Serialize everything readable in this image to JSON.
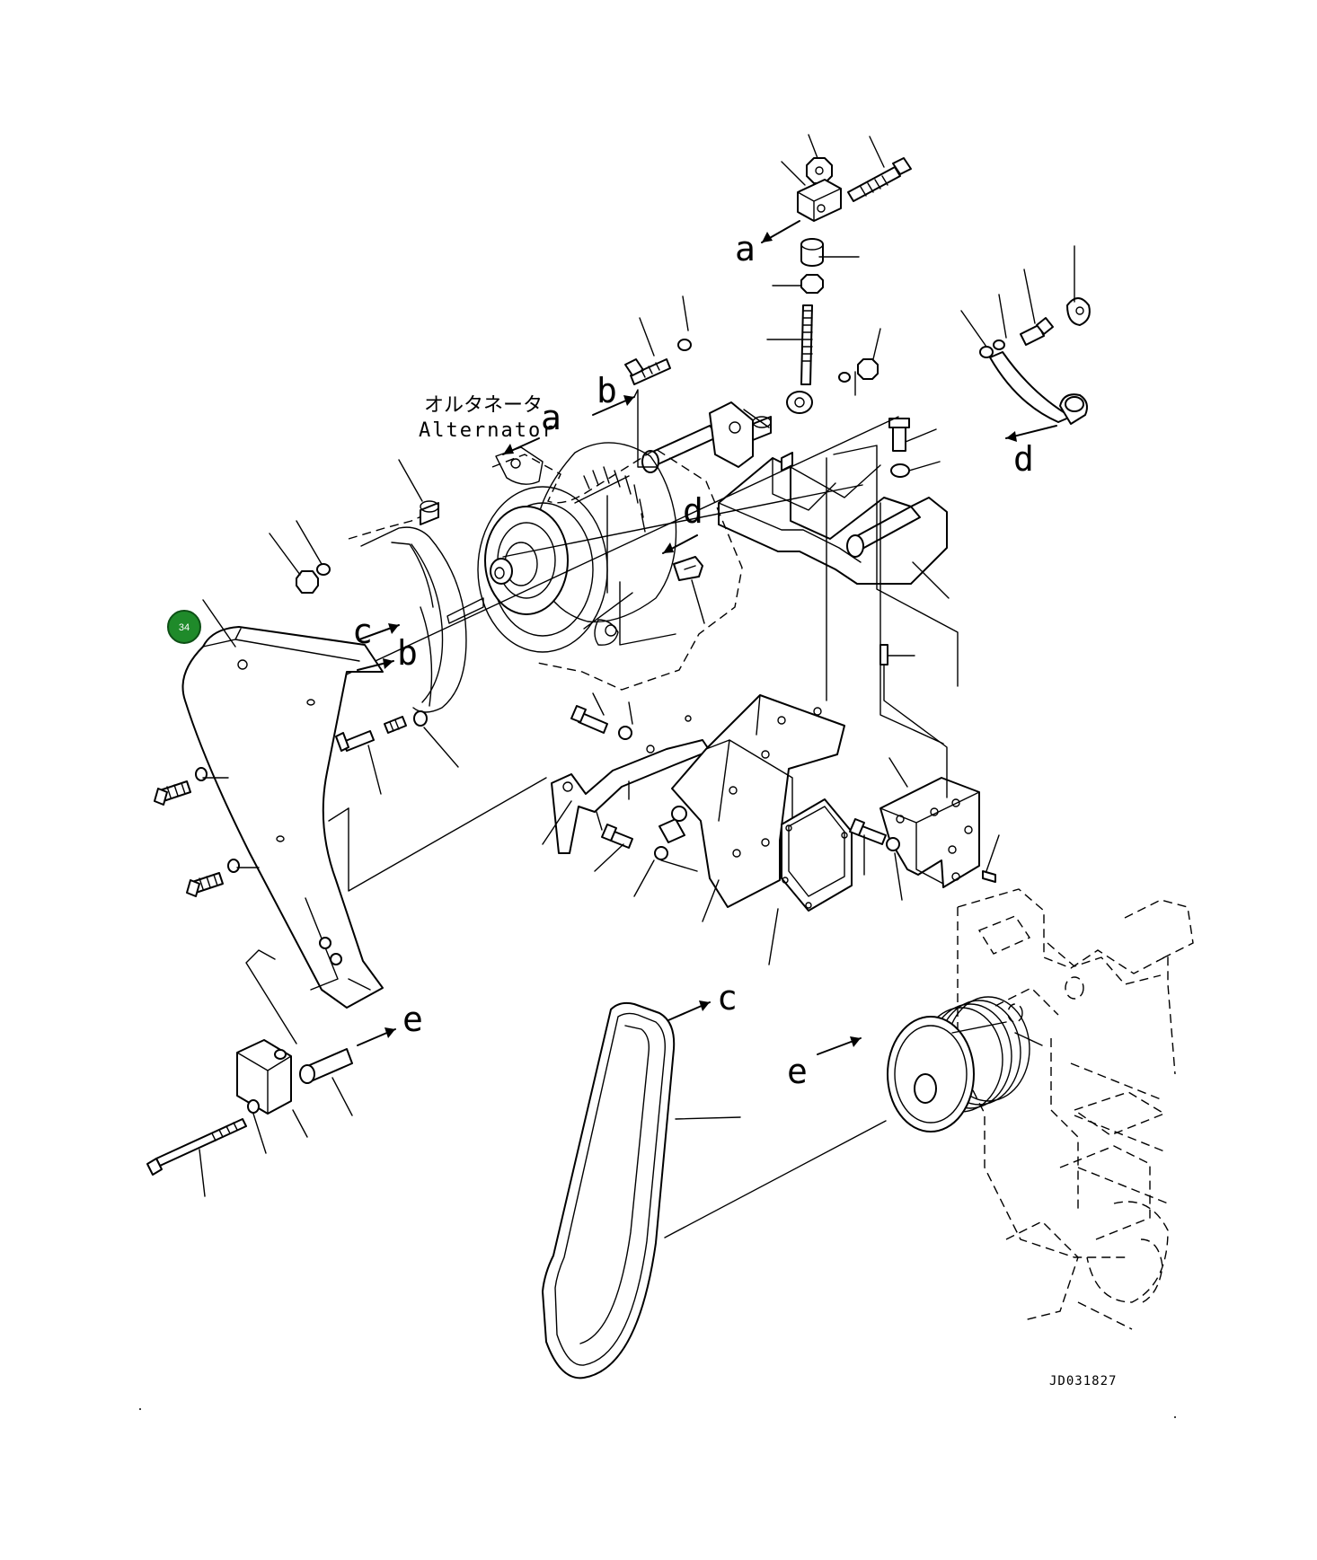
{
  "diagram": {
    "title_japanese": "オルタネータ",
    "title_english": "Alternator",
    "drawing_number": "JD031827",
    "callout_number": "34",
    "reference_letters": {
      "a": "a",
      "b": "b",
      "c": "c",
      "d": "d",
      "e": "e"
    }
  }
}
